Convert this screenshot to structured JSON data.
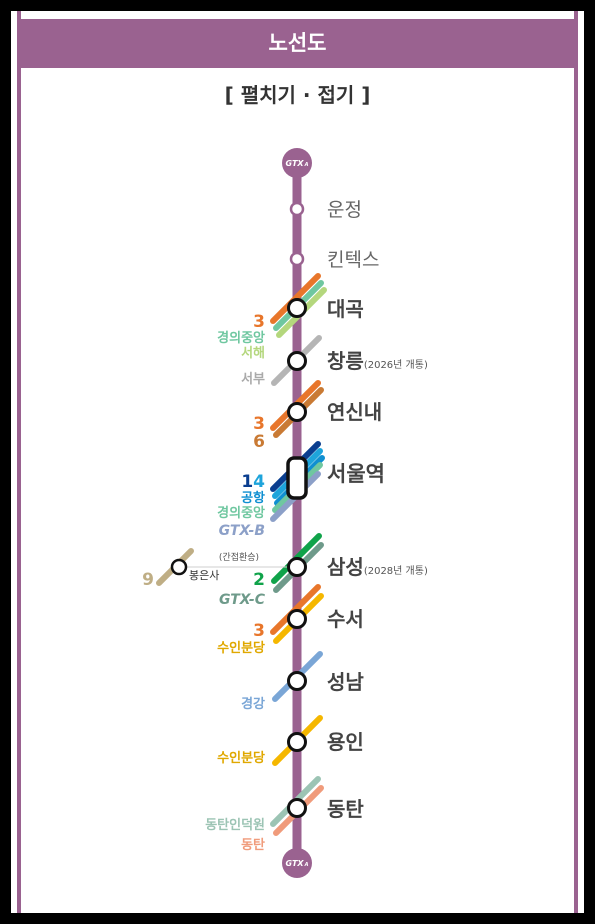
{
  "header": {
    "title": "노선도"
  },
  "toggle": {
    "label": "[ 펼치기 · 접기 ]"
  },
  "brand": {
    "color": "#9a6290"
  },
  "route_line": {
    "name": "GTX",
    "badge": "A"
  },
  "stations": [
    {
      "id": "unjeong",
      "name": "운정",
      "type": "minor"
    },
    {
      "id": "kintex",
      "name": "킨텍스",
      "type": "minor"
    },
    {
      "id": "daegok",
      "name": "대곡",
      "type": "transfer",
      "transfers": [
        {
          "label": "3",
          "color": "#e8762b"
        },
        {
          "label": "경의중앙",
          "color": "#6fc7a0"
        },
        {
          "label": "서해",
          "color": "#b4d77d"
        }
      ]
    },
    {
      "id": "changneung",
      "name": "창릉",
      "type": "transfer",
      "note": "(2026년 개통)",
      "transfers": [
        {
          "label": "서부",
          "color": "#b5b5b5"
        }
      ]
    },
    {
      "id": "yeonsinnae",
      "name": "연신내",
      "type": "transfer",
      "transfers": [
        {
          "label": "3",
          "color": "#e8762b"
        },
        {
          "label": "6",
          "color": "#c97a34"
        }
      ]
    },
    {
      "id": "seoul",
      "name": "서울역",
      "type": "major",
      "transfers": [
        {
          "label": "1",
          "color": "#0a3e8f"
        },
        {
          "label": "4",
          "color": "#1ea4db"
        },
        {
          "label": "공항",
          "color": "#0f8fd1"
        },
        {
          "label": "경의중앙",
          "color": "#6fc7a0"
        },
        {
          "label": "GTX-B",
          "color": "#8ca0c8"
        }
      ]
    },
    {
      "id": "samseong",
      "name": "삼성",
      "type": "transfer",
      "note": "(2028년 개통)",
      "transfers": [
        {
          "label": "2",
          "color": "#10a34a"
        },
        {
          "label": "GTX-C",
          "color": "#6e9a8a"
        }
      ],
      "indirect": {
        "label": "(간접환승)",
        "station": "봉은사",
        "line": "9",
        "color": "#bfae85"
      }
    },
    {
      "id": "suseo",
      "name": "수서",
      "type": "transfer",
      "transfers": [
        {
          "label": "3",
          "color": "#e8762b"
        },
        {
          "label": "수인분당",
          "color": "#f5b700"
        }
      ]
    },
    {
      "id": "seongnam",
      "name": "성남",
      "type": "transfer",
      "transfers": [
        {
          "label": "경강",
          "color": "#7aa6d6"
        }
      ]
    },
    {
      "id": "yongin",
      "name": "용인",
      "type": "transfer",
      "transfers": [
        {
          "label": "수인분당",
          "color": "#f5b700"
        }
      ]
    },
    {
      "id": "dongtan",
      "name": "동탄",
      "type": "transfer",
      "transfers": [
        {
          "label": "동탄인덕원",
          "color": "#9cc4b4"
        },
        {
          "label": "동탄",
          "color": "#f09b7b"
        }
      ]
    }
  ]
}
